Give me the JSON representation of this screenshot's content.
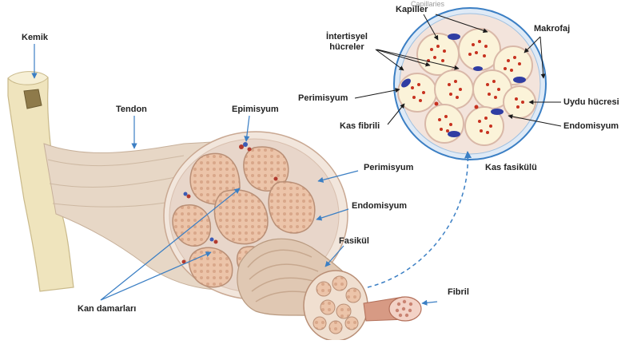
{
  "labels": {
    "kemik": "Kemik",
    "tendon": "Tendon",
    "epimisyum": "Epimisyum",
    "perimisyum_main": "Perimisyum",
    "endomisyum_main": "Endomisyum",
    "fasikul": "Fasikül",
    "fibril": "Fibril",
    "kan_damarlari": "Kan damarları",
    "capillaries_faint": "Capillaries",
    "kapiller": "Kapiller",
    "makrofaj": "Makrofaj",
    "intertisyel_line1": "İntertisyel",
    "intertisyel_line2": "hücreler",
    "perimisyum_inset": "Perimisyum",
    "kas_fibrili": "Kas fibrili",
    "uydu_hucresi": "Uydu hücresi",
    "endomisyum_inset": "Endomisyum",
    "kas_fasikulu": "Kas fasikülü"
  },
  "colors": {
    "label_arrow": "#3b7fc4",
    "bone": "#efe4bd",
    "tendon": "#e7d7c6",
    "muscle_sheath": "#dcc3b0",
    "fascicle_fill": "#d9a98c",
    "nucleus": "#2f3da3",
    "myofibril_dot": "#c0392b",
    "dashed_link": "#3b7fc4"
  }
}
